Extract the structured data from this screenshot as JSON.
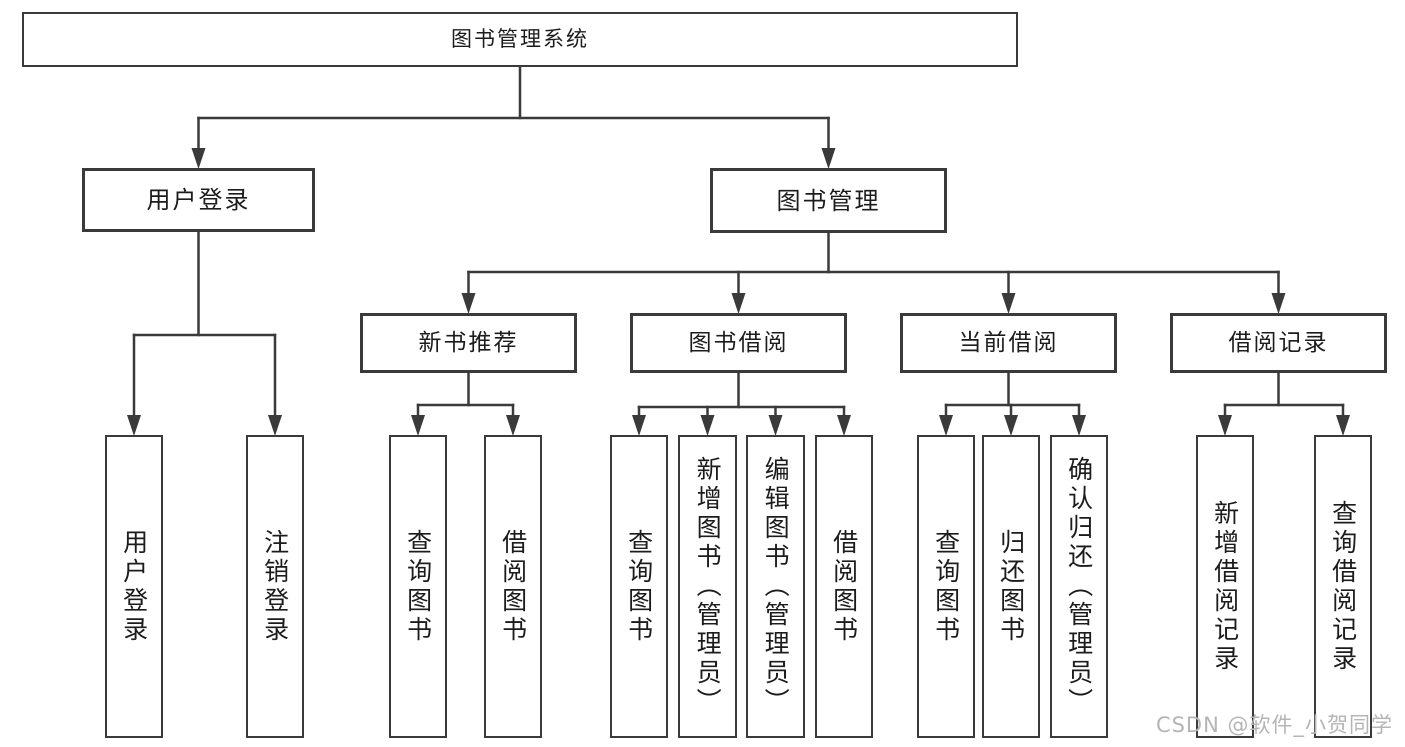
{
  "diagram": {
    "watermark": "CSDN @软件_小贺同学",
    "colors": {
      "line": "#3a3a3a",
      "text": "#1c1c1c",
      "box_bg": "#ffffff",
      "watermark": "#b5b5b5"
    },
    "tree": {
      "id": "root",
      "label": "图书管理系统",
      "children": [
        {
          "id": "user-login",
          "label": "用户登录",
          "children": [
            {
              "id": "user-login-leaf",
              "label": "用户登录"
            },
            {
              "id": "logout-leaf",
              "label": "注销登录"
            }
          ]
        },
        {
          "id": "book-management",
          "label": "图书管理",
          "children": [
            {
              "id": "new-book-recommend",
              "label": "新书推荐",
              "children": [
                {
                  "id": "query-books-1",
                  "label": "查询图书"
                },
                {
                  "id": "borrow-books-1",
                  "label": "借阅图书"
                }
              ]
            },
            {
              "id": "book-borrowing",
              "label": "图书借阅",
              "children": [
                {
                  "id": "query-books-2",
                  "label": "查询图书"
                },
                {
                  "id": "add-books-admin",
                  "label": "新增图书（管理员）"
                },
                {
                  "id": "edit-books-admin",
                  "label": "编辑图书（管理员）"
                },
                {
                  "id": "borrow-books-2",
                  "label": "借阅图书"
                }
              ]
            },
            {
              "id": "current-borrowing",
              "label": "当前借阅",
              "children": [
                {
                  "id": "query-books-3",
                  "label": "查询图书"
                },
                {
                  "id": "return-books",
                  "label": "归还图书"
                },
                {
                  "id": "confirm-return-admin",
                  "label": "确认归还（管理员）"
                }
              ]
            },
            {
              "id": "borrowing-records",
              "label": "借阅记录",
              "children": [
                {
                  "id": "add-borrow-record",
                  "label": "新增借阅记录"
                },
                {
                  "id": "query-borrow-record",
                  "label": "查询借阅记录"
                }
              ]
            }
          ]
        }
      ]
    }
  }
}
